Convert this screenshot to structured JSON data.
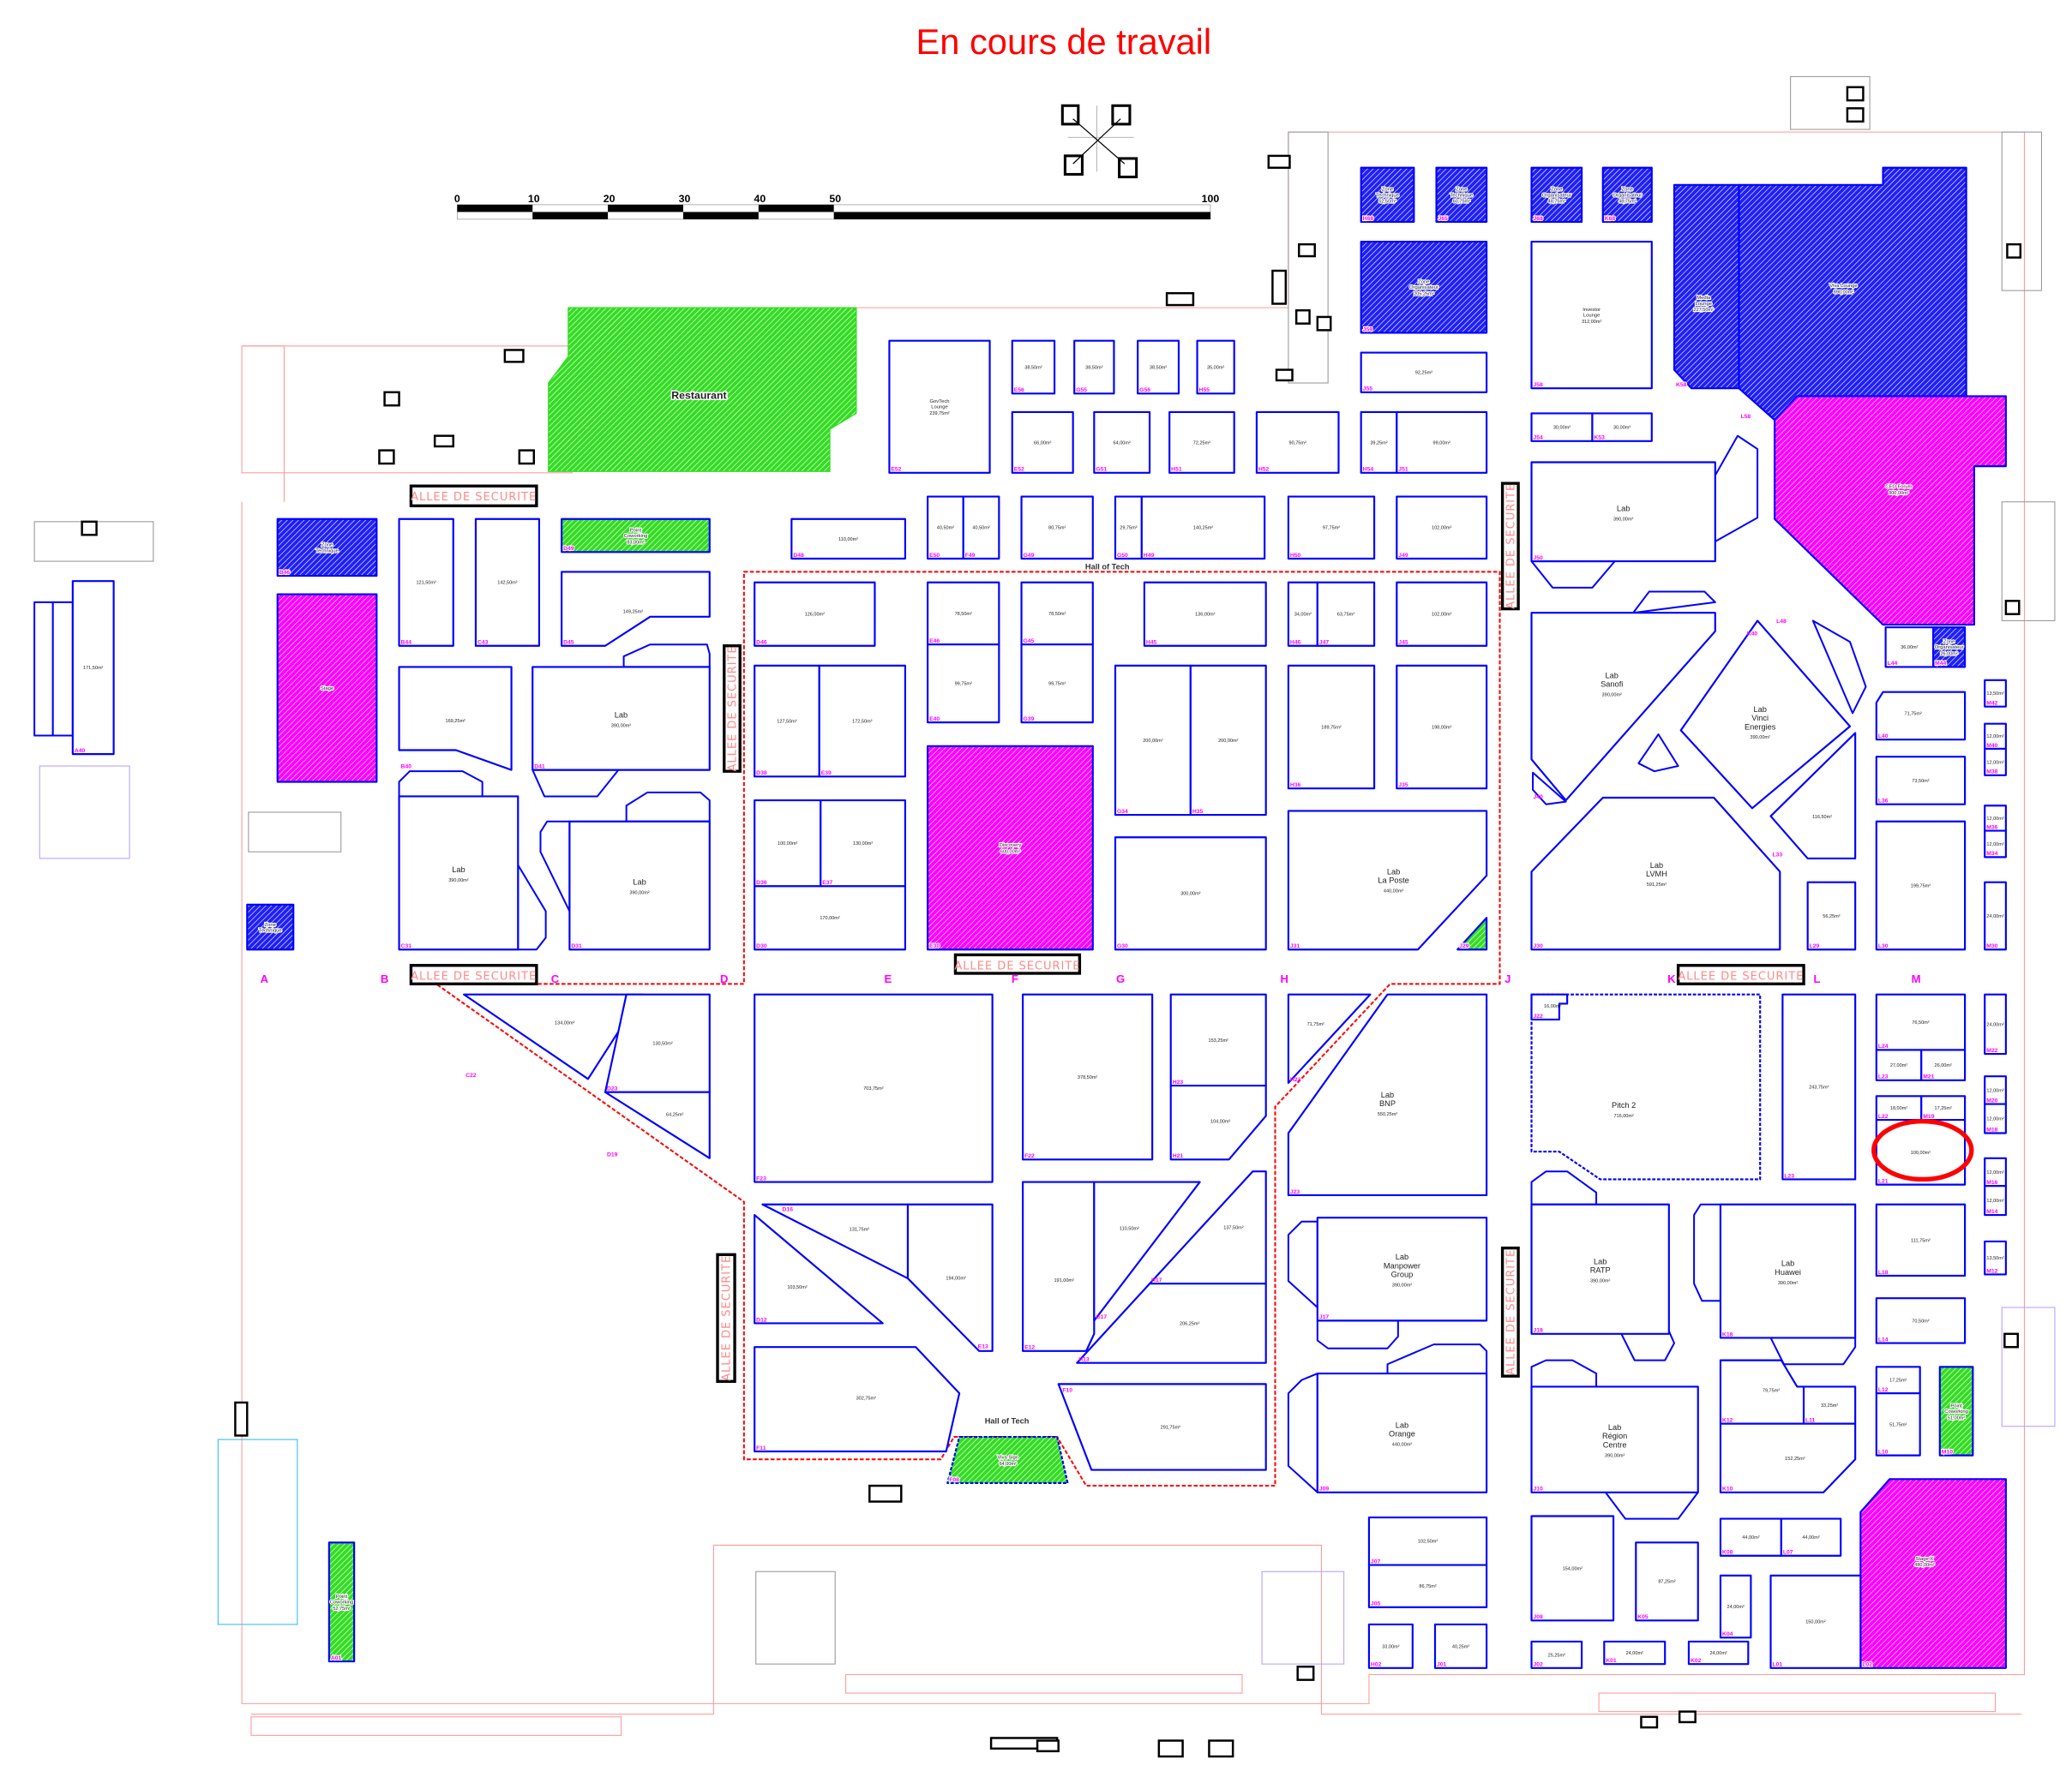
{
  "title": "En cours de travail",
  "scale_bar": {
    "labels": [
      "0",
      "10",
      "20",
      "30",
      "40",
      "50",
      "100"
    ]
  },
  "colors": {
    "stand_outline": "#0000ff",
    "zone_fill": "#1f1ff5",
    "stage_fill": "#ff00ff",
    "coworking_fill": "#33dd22",
    "stand_id": "#ff00ff",
    "safety_perimeter": "#ff0000",
    "building_outline": "#ff9a9a",
    "highlight_circle": "#ff0000"
  },
  "columns": [
    "A",
    "B",
    "C",
    "D",
    "E",
    "F",
    "G",
    "H",
    "J",
    "K",
    "L",
    "M"
  ],
  "allee_label": "ALLEE DE SECURITE",
  "hall_of_tech": "Hall of Tech",
  "restaurant": "Restaurant",
  "stands": [
    {
      "id": "H68",
      "name_lines": [
        "Zone",
        "Technique"
      ],
      "area": "52,50m²",
      "type": "zone"
    },
    {
      "id": "J65",
      "name_lines": [
        "Zone",
        "Technique"
      ],
      "area": "60,75m²",
      "type": "zone"
    },
    {
      "id": "J68",
      "name_lines": [
        "Zone",
        "Organisateur"
      ],
      "area": "48,75m²",
      "type": "zone"
    },
    {
      "id": "K68",
      "name_lines": [
        "Zone",
        "Organisateur"
      ],
      "area": "48,75m²",
      "type": "zone"
    },
    {
      "id": "J59",
      "name_lines": [
        "Zone",
        "Organisateur"
      ],
      "area": "205,25m²",
      "type": "zone"
    },
    {
      "id": "J55",
      "area": "92,25m²",
      "type": "stand"
    },
    {
      "id": "J58",
      "name_lines": [
        "Investor",
        "Lounge"
      ],
      "area": "312,00m²",
      "type": "stand",
      "small": true
    },
    {
      "id": "K58",
      "name_lines": [
        "Media",
        "Lounge"
      ],
      "area": "227,50m²",
      "type": "zone"
    },
    {
      "id": "L58",
      "name_lines": [
        "Viva Lounge"
      ],
      "area": "890,00m²",
      "type": "zone"
    },
    {
      "id": "L48",
      "name_lines": [
        "CEO Forum"
      ],
      "area": "800,00m²",
      "type": "stage"
    },
    {
      "id": "J54",
      "area": "30,00m²",
      "type": "stand"
    },
    {
      "id": "K53",
      "area": "30,00m²",
      "type": "stand"
    },
    {
      "id": "J50",
      "name_lines": [
        "Lab"
      ],
      "area": "390,00m²",
      "type": "stand"
    },
    {
      "id": "J40",
      "name_lines": [
        "Lab",
        "Sanofi"
      ],
      "area": "390,00m²",
      "type": "stand"
    },
    {
      "id": "K40",
      "name_lines": [
        "Lab",
        "Vinci",
        "Energies"
      ],
      "area": "390,00m²",
      "type": "stand"
    },
    {
      "id": "L33",
      "area": "116,50m²",
      "type": "stand"
    },
    {
      "id": "J30",
      "name_lines": [
        "Lab",
        "LVMH"
      ],
      "area": "591,25m²",
      "type": "stand"
    },
    {
      "id": "L29",
      "area": "56,25m²",
      "type": "stand"
    },
    {
      "id": "J31",
      "name_lines": [
        "Lab",
        "La Poste"
      ],
      "area": "440,00m²",
      "type": "stand"
    },
    {
      "id": "J29",
      "type": "coworking"
    },
    {
      "id": "L44",
      "area": "36,00m²",
      "type": "stand"
    },
    {
      "id": "M44",
      "name_lines": [
        "Zone",
        "Organisateur"
      ],
      "area": "26,00m²",
      "type": "zone"
    },
    {
      "id": "L40",
      "area": "71,75m²",
      "type": "stand"
    },
    {
      "id": "L36",
      "area": "73,50m²",
      "type": "stand"
    },
    {
      "id": "L30",
      "area": "199,75m²",
      "type": "stand"
    },
    {
      "id": "M42",
      "area": "13,50m²",
      "type": "stand"
    },
    {
      "id": "M40",
      "area": "12,00m²",
      "type": "stand"
    },
    {
      "id": "M38",
      "area": "12,00m²",
      "type": "stand"
    },
    {
      "id": "M36",
      "area": "12,00m²",
      "type": "stand"
    },
    {
      "id": "M34",
      "area": "12,00m²",
      "type": "stand"
    },
    {
      "id": "M30",
      "area": "24,00m²",
      "type": "stand"
    },
    {
      "id": "M22",
      "area": "24,00m²",
      "type": "stand"
    },
    {
      "id": "M20",
      "area": "12,00m²",
      "type": "stand"
    },
    {
      "id": "M18",
      "area": "12,00m²",
      "type": "stand"
    },
    {
      "id": "M16",
      "area": "12,00m²",
      "type": "stand"
    },
    {
      "id": "M14",
      "area": "12,00m²",
      "type": "stand"
    },
    {
      "id": "M12",
      "area": "13,50m²",
      "type": "stand"
    },
    {
      "id": "L24",
      "area": "76,50m²",
      "type": "stand"
    },
    {
      "id": "L23",
      "area": "27,00m²",
      "type": "stand"
    },
    {
      "id": "M21",
      "area": "26,00m²",
      "type": "stand"
    },
    {
      "id": "L22",
      "area": "18,00m²",
      "type": "stand"
    },
    {
      "id": "M19",
      "area": "17,25m²",
      "type": "stand"
    },
    {
      "id": "L21",
      "area": "100,00m²",
      "type": "stand"
    },
    {
      "id": "L18",
      "area": "111,75m²",
      "type": "stand"
    },
    {
      "id": "L14",
      "area": "70,50m²",
      "type": "stand"
    },
    {
      "id": "L12",
      "area": "17,25m²",
      "type": "stand"
    },
    {
      "id": "L10",
      "area": "51,75m²",
      "type": "stand"
    },
    {
      "id": "M10",
      "name_lines": [
        "Point",
        "Coworking"
      ],
      "area": "51,00m²",
      "type": "coworking"
    },
    {
      "id": "L02",
      "name_lines": [
        "Stage X"
      ],
      "area": "480,00m²",
      "type": "stage"
    },
    {
      "id": "L01",
      "area": "150,00m²",
      "type": "stand"
    },
    {
      "id": "K08",
      "area": "44,00m²",
      "type": "stand"
    },
    {
      "id": "L07",
      "area": "44,00m²",
      "type": "stand"
    },
    {
      "id": "K04",
      "area": "24,00m²",
      "type": "stand"
    },
    {
      "id": "K05",
      "area": "87,25m²",
      "type": "stand"
    },
    {
      "id": "J08",
      "area": "154,00m²",
      "type": "stand"
    },
    {
      "id": "J07",
      "area": "102,50m²",
      "type": "stand"
    },
    {
      "id": "J05",
      "area": "86,75m²",
      "type": "stand"
    },
    {
      "id": "H02",
      "area": "33,00m²",
      "type": "stand"
    },
    {
      "id": "J01",
      "area": "40,25m²",
      "type": "stand"
    },
    {
      "id": "J02",
      "area": "25,25m²",
      "type": "stand"
    },
    {
      "id": "K01",
      "area": "24,00m²",
      "type": "stand"
    },
    {
      "id": "K02",
      "area": "24,00m²",
      "type": "stand"
    },
    {
      "id": "K12",
      "area": "79,75m²",
      "type": "stand"
    },
    {
      "id": "L11",
      "area": "33,25m²",
      "type": "stand"
    },
    {
      "id": "K10",
      "area": "152,25m²",
      "type": "stand"
    },
    {
      "id": "J10",
      "name_lines": [
        "Lab",
        "Région",
        "Centre"
      ],
      "area": "390,00m²",
      "type": "stand"
    },
    {
      "id": "K18",
      "name_lines": [
        "Lab",
        "Huawei"
      ],
      "area": "390,00m²",
      "type": "stand"
    },
    {
      "id": "J18",
      "name_lines": [
        "Lab",
        "RATP"
      ],
      "area": "390,00m²",
      "type": "stand"
    },
    {
      "name_lines": [
        "Pitch 2"
      ],
      "area": "716,00m²",
      "type": "stand",
      "dashed": true
    },
    {
      "id": "J22",
      "area": "16,00m²",
      "type": "stand"
    },
    {
      "id": "L23",
      "area": "243,75m²",
      "type": "stand"
    },
    {
      "id": "J23",
      "name_lines": [
        "Lab",
        "BNP"
      ],
      "area": "550,25m²",
      "type": "stand"
    },
    {
      "id": "H22",
      "area": "71,75m²",
      "type": "stand"
    },
    {
      "id": "J17",
      "name_lines": [
        "Lab",
        "Manpower",
        "Group"
      ],
      "area": "390,00m²",
      "type": "stand"
    },
    {
      "id": "J09",
      "name_lines": [
        "Lab",
        "Orange"
      ],
      "area": "440,00m²",
      "type": "stand"
    },
    {
      "id": "D48",
      "area": "110,00m²",
      "type": "stand"
    },
    {
      "id": "E50",
      "area": "40,50m²",
      "type": "stand"
    },
    {
      "id": "F49",
      "area": "40,50m²",
      "type": "stand"
    },
    {
      "id": "G49",
      "area": "80,75m²",
      "type": "stand"
    },
    {
      "id": "G50",
      "area": "29,75m²",
      "type": "stand"
    },
    {
      "id": "H49",
      "area": "140,25m²",
      "type": "stand"
    },
    {
      "id": "H50",
      "area": "97,75m²",
      "type": "stand"
    },
    {
      "id": "J49",
      "area": "102,00m²",
      "type": "stand"
    },
    {
      "id": "E52",
      "name_lines": [
        "GovTech",
        "Lounge"
      ],
      "area": "239,75m²",
      "type": "stand",
      "small": true
    },
    {
      "id": "E56",
      "area": "38,50m²",
      "type": "stand"
    },
    {
      "id": "G55",
      "area": "38,50m²",
      "type": "stand"
    },
    {
      "id": "G56",
      "area": "38,50m²",
      "type": "stand"
    },
    {
      "id": "H55",
      "area": "35,00m²",
      "type": "stand"
    },
    {
      "id": "E52",
      "area": "66,00m²",
      "type": "stand"
    },
    {
      "id": "G51",
      "area": "64,00m²",
      "type": "stand"
    },
    {
      "id": "H51",
      "area": "72,25m²",
      "type": "stand"
    },
    {
      "id": "H52",
      "area": "90,75m²",
      "type": "stand"
    },
    {
      "id": "H54",
      "area": "39,25m²",
      "type": "stand"
    },
    {
      "id": "J51",
      "area": "99,00m²",
      "type": "stand"
    },
    {
      "id": "D46",
      "area": "126,00m²",
      "type": "stand"
    },
    {
      "id": "E46",
      "area": "78,50m²",
      "type": "stand"
    },
    {
      "id": "E40",
      "area": "99,75m²",
      "type": "stand"
    },
    {
      "id": "G45",
      "area": "78,50m²",
      "type": "stand"
    },
    {
      "id": "G39",
      "area": "99,75m²",
      "type": "stand"
    },
    {
      "id": "H45",
      "area": "136,00m²",
      "type": "stand"
    },
    {
      "id": "H46",
      "area": "34,00m²",
      "type": "stand"
    },
    {
      "id": "J47",
      "area": "63,75m²",
      "type": "stand"
    },
    {
      "id": "J45",
      "area": "102,00m²",
      "type": "stand"
    },
    {
      "id": "D38",
      "area": "127,50m²",
      "type": "stand"
    },
    {
      "id": "E39",
      "area": "172,50m²",
      "type": "stand"
    },
    {
      "id": "D36",
      "area": "100,00m²",
      "type": "stand"
    },
    {
      "id": "E37",
      "area": "130,00m²",
      "type": "stand"
    },
    {
      "id": "D30",
      "area": "170,00m²",
      "type": "stand"
    },
    {
      "id": "E30",
      "name_lines": [
        "Discovery"
      ],
      "area": "600,00m²",
      "type": "stage"
    },
    {
      "id": "G34",
      "area": "200,00m²",
      "type": "stand"
    },
    {
      "id": "H35",
      "area": "200,00m²",
      "type": "stand"
    },
    {
      "id": "G30",
      "area": "300,00m²",
      "type": "stand"
    },
    {
      "id": "H36",
      "area": "189,75m²",
      "type": "stand"
    },
    {
      "id": "J35",
      "area": "198,00m²",
      "type": "stand"
    },
    {
      "id": "F23",
      "area": "703,75m²",
      "type": "stand"
    },
    {
      "id": "F22",
      "area": "378,50m²",
      "type": "stand"
    },
    {
      "id": "H23",
      "area": "153,25m²",
      "type": "stand"
    },
    {
      "id": "H21",
      "area": "104,00m²",
      "type": "stand"
    },
    {
      "id": "D16",
      "area": "131,75m²",
      "type": "stand"
    },
    {
      "id": "E13",
      "area": "194,00m²",
      "type": "stand"
    },
    {
      "id": "D12",
      "area": "103,50m²",
      "type": "stand"
    },
    {
      "id": "F11",
      "area": "302,75m²",
      "type": "stand"
    },
    {
      "id": "E12",
      "area": "191,00m²",
      "type": "stand"
    },
    {
      "id": "G17",
      "area": "110,50m²",
      "type": "stand"
    },
    {
      "id": "H17",
      "area": "137,50m²",
      "type": "stand"
    },
    {
      "id": "H13",
      "area": "206,25m²",
      "type": "stand"
    },
    {
      "id": "F10",
      "area": "291,75m²",
      "type": "stand"
    },
    {
      "id": "F08",
      "name_lines": [
        "Viva Sign"
      ],
      "area": "64,00m²",
      "type": "coworking",
      "dashed": true
    },
    {
      "id": "C22",
      "area": "134,00m²",
      "type": "stand"
    },
    {
      "id": "D23",
      "area": "130,50m²",
      "type": "stand"
    },
    {
      "id": "D19",
      "area": "64,25m²",
      "type": "stand"
    },
    {
      "id": "B44",
      "area": "121,50m²",
      "type": "stand"
    },
    {
      "id": "C43",
      "area": "142,50m²",
      "type": "stand"
    },
    {
      "id": "D49",
      "name_lines": [
        "Point",
        "Coworking"
      ],
      "area": "83,00m²",
      "type": "coworking"
    },
    {
      "id": "D45",
      "area": "149,25m²",
      "type": "stand"
    },
    {
      "id": "D41",
      "name_lines": [
        "Lab"
      ],
      "area": "390,00m²",
      "type": "stand"
    },
    {
      "id": "B40",
      "area": "169,25m²",
      "type": "stand"
    },
    {
      "id": "C31",
      "name_lines": [
        "Lab"
      ],
      "area": "390,00m²",
      "type": "stand"
    },
    {
      "id": "D31",
      "name_lines": [
        "Lab"
      ],
      "area": "390,00m²",
      "type": "stand"
    },
    {
      "id": "B46",
      "name_lines": [
        "Zone",
        "Technique"
      ],
      "type": "zone"
    },
    {
      "name_lines": [
        "Stage"
      ],
      "type": "stage"
    },
    {
      "name_lines": [
        "Zone",
        "Technique"
      ],
      "type": "zone"
    },
    {
      "id": "A40",
      "area": "171,50m²",
      "type": "stand"
    },
    {
      "id": "A01",
      "name_lines": [
        "Point",
        "Coworking"
      ],
      "area": "52,75m²",
      "type": "coworking"
    }
  ]
}
